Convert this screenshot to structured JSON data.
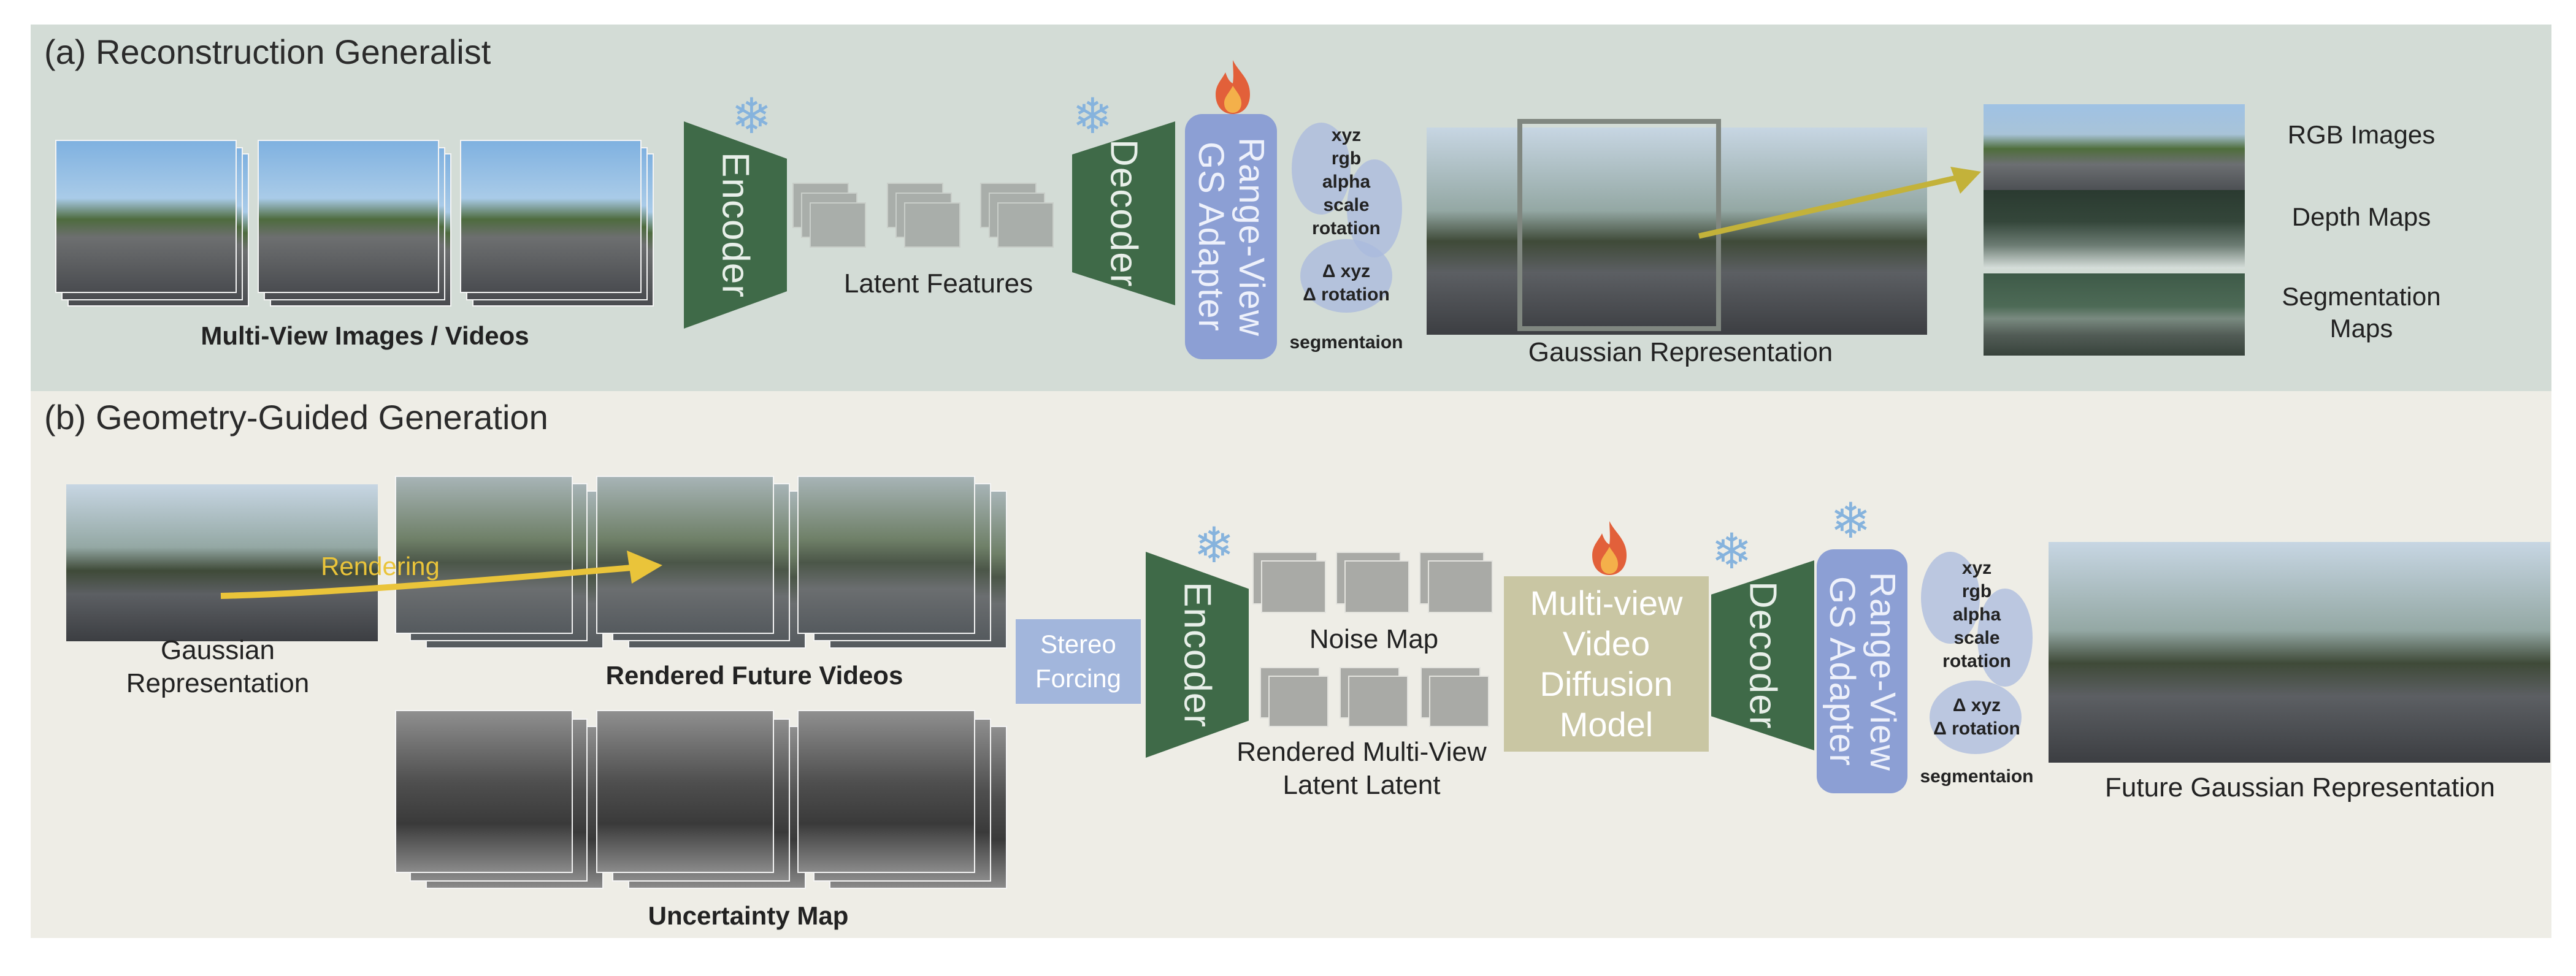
{
  "panel_a": {
    "title": "(a) Reconstruction Generalist",
    "multiview_label": "Multi-View Images / Videos",
    "encoder": "Encoder",
    "latent_label": "Latent Features",
    "decoder": "Decoder",
    "adapter_line1": "Range-View",
    "adapter_line2": "GS Adapter",
    "attrs1": [
      "xyz",
      "rgb",
      "alpha",
      "scale",
      "rotation"
    ],
    "attrs2": [
      "Δ xyz",
      "Δ rotation"
    ],
    "attr_seg": "segmentaion",
    "gaussian_label": "Gaussian Representation",
    "out_rgb": "RGB Images",
    "out_depth": "Depth Maps",
    "out_seg_line1": "Segmentation",
    "out_seg_line2": "Maps"
  },
  "panel_b": {
    "title": "(b) Geometry-Guided Generation",
    "gaussian_line1": "Gaussian",
    "gaussian_line2": "Representation",
    "rendering": "Rendering",
    "rendered_videos": "Rendered Future Videos",
    "uncertainty": "Uncertainty Map",
    "stereo_line1": "Stereo",
    "stereo_line2": "Forcing",
    "encoder": "Encoder",
    "noise_map": "Noise Map",
    "rendered_latent_line1": "Rendered Multi-View",
    "rendered_latent_line2": "Latent Latent",
    "diffusion_line1": "Multi-view",
    "diffusion_line2": "Video",
    "diffusion_line3": "Diffusion",
    "diffusion_line4": "Model",
    "decoder": "Decoder",
    "adapter_line1": "Range-View",
    "adapter_line2": "GS Adapter",
    "attrs1": [
      "xyz",
      "rgb",
      "alpha",
      "scale",
      "rotation"
    ],
    "attrs2": [
      "Δ xyz",
      "Δ rotation"
    ],
    "attr_seg": "segmentaion",
    "future_label": "Future Gaussian Representation"
  },
  "colors": {
    "panel_a_bg": "#d3dcd6",
    "panel_b_bg": "#eeede6",
    "encoder_green": "#3f6a48",
    "adapter_blue": "#8c9fd4",
    "stereo_blue": "#a2b6dc",
    "diffusion_khaki": "#c9c6a3",
    "arrow_gold": "#c3b23a",
    "rendering_arrow": "#eac43a"
  },
  "icons": [
    "snowflake-icon",
    "flame-icon"
  ]
}
